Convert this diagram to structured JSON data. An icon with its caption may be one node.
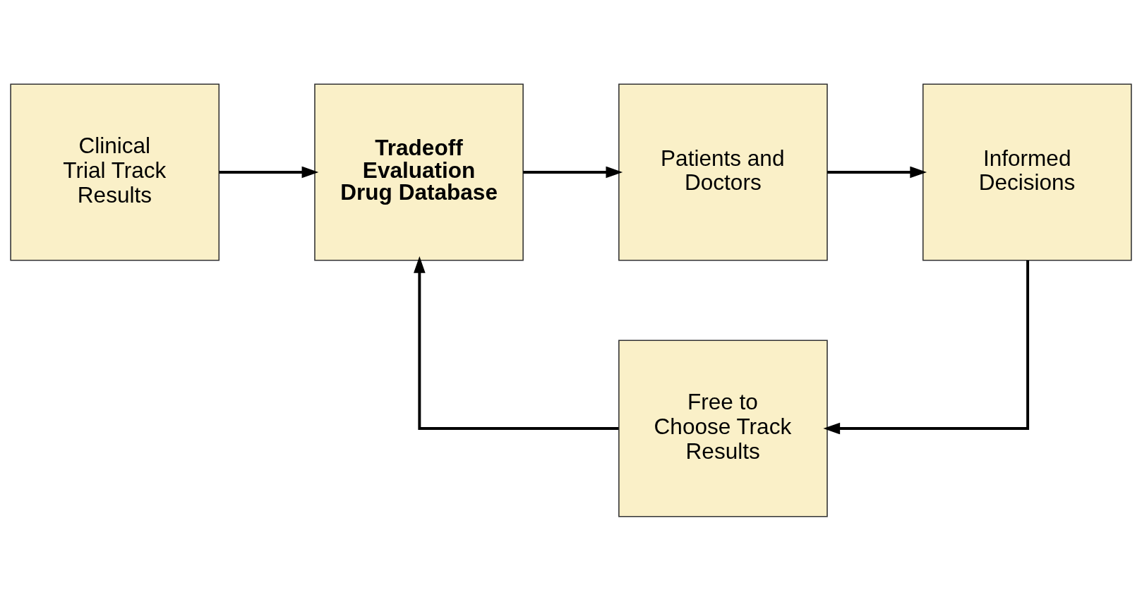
{
  "diagram": {
    "nodes": [
      {
        "text": [
          "Clinical Trial Track Results"
        ]
      },
      {
        "text": [
          "Tradeoff Evaluation Drug Database"
        ]
      },
      {
        "text": [
          "Patients and Doctors"
        ]
      },
      {
        "text": [
          "Informed Decisions"
        ]
      },
      {
        "text": [
          "Free to Choose Track Results"
        ]
      }
    ],
    "edges": [
      {
        "from": 0,
        "to": 1,
        "arrow": "to"
      },
      {
        "from": 1,
        "to": 2,
        "arrow": "to"
      },
      {
        "from": 2,
        "to": 3,
        "arrow": "to"
      },
      {
        "from": 3,
        "to": 4,
        "arrow": "to"
      },
      {
        "from": 4,
        "to": 1,
        "arrow": "to"
      }
    ]
  }
}
